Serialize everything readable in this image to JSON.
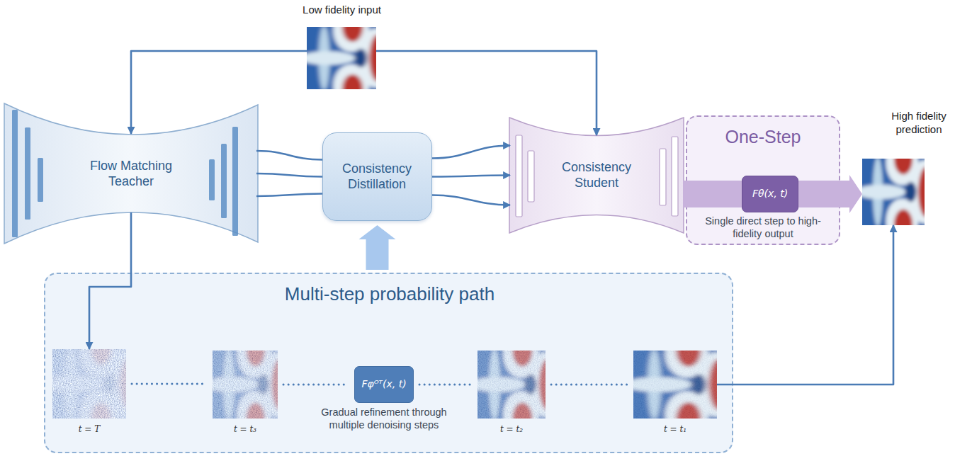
{
  "diagram": {
    "nodes": [
      {
        "text": [
          "Low fidelity input"
        ]
      },
      {
        "text": [
          "Flow Matching Teacher"
        ]
      },
      {
        "text": [
          "Consistency Distillation"
        ]
      },
      {
        "text": [
          "Consistency Student"
        ]
      },
      {
        "text": [
          "One-Step",
          "Single direct step to high-fidelity output"
        ]
      },
      {
        "text": [
          "Fθ(x, t)"
        ],
        "in": 4
      },
      {
        "text": [
          "High fidelity prediction"
        ]
      },
      {
        "text": [
          "Multi-step probability path",
          "Gradual refinement through multiple denoising steps"
        ]
      },
      {
        "text": [
          "t = T"
        ],
        "in": 7
      },
      {
        "text": [
          "t = t₃"
        ],
        "in": 7
      },
      {
        "text": [
          "Fφᴼᵀ(x, t)"
        ],
        "in": 7
      },
      {
        "text": [
          "t = t₂"
        ],
        "in": 7
      },
      {
        "text": [
          "t = t₁"
        ],
        "in": 7
      }
    ],
    "edges": [
      {
        "from": 0,
        "to": 1,
        "arrow": "to"
      },
      {
        "from": 0,
        "to": 3,
        "arrow": "to"
      },
      {
        "from": 1,
        "to": 2,
        "arrow": "none"
      },
      {
        "from": 2,
        "to": 3,
        "arrow": "to"
      },
      {
        "from": 1,
        "to": 8,
        "arrow": "to"
      },
      {
        "from": 7,
        "to": 2,
        "arrow": "to"
      },
      {
        "from": 3,
        "to": 5,
        "arrow": "none"
      },
      {
        "from": 5,
        "to": 6,
        "arrow": "to"
      },
      {
        "from": 12,
        "to": 6,
        "arrow": "to"
      },
      {
        "from": 8,
        "to": 9,
        "arrow": "none"
      },
      {
        "from": 9,
        "to": 10,
        "arrow": "none"
      },
      {
        "from": 10,
        "to": 11,
        "arrow": "none"
      },
      {
        "from": 11,
        "to": 12,
        "arrow": "none"
      }
    ]
  }
}
